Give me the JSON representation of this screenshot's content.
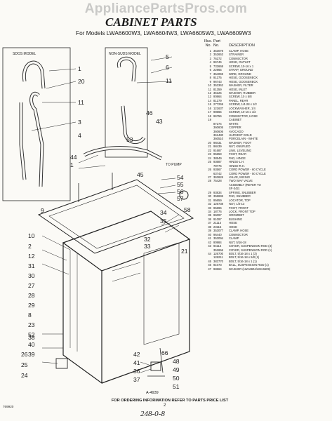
{
  "watermark": "AppliancePartsPros.com",
  "header": {
    "title": "CABINET PARTS",
    "subtitle": "For Models LWA6600W3, LWA6604W3, LWA6605W3, LWA6609W3"
  },
  "diagram": {
    "labels": {
      "sdos_model": "SDOS MODEL",
      "non_sdos_model": "NON-SUDS MODEL",
      "to_pump": "TO PUMP"
    },
    "callouts": [
      "1",
      "20",
      "11",
      "3",
      "4",
      "44",
      "1",
      "45",
      "5",
      "6",
      "11",
      "46",
      "43",
      "53",
      "54",
      "55",
      "56",
      "57",
      "58",
      "32",
      "10",
      "2",
      "33",
      "34",
      "35",
      "9",
      "12",
      "31",
      "30",
      "21",
      "27",
      "28",
      "29",
      "25",
      "24",
      "26",
      "8",
      "23",
      "52",
      "40",
      "39",
      "38",
      "37",
      "36",
      "41",
      "42",
      "66",
      "48",
      "49",
      "50",
      "51"
    ]
  },
  "parts_list": {
    "headers": {
      "illus": "Illus.",
      "part": "Part",
      "no": "No.",
      "partno": "No.",
      "description": "DESCRIPTION"
    },
    "items": [
      {
        "no": "1",
        "part": "353078",
        "desc": "CLAMP, HOSE"
      },
      {
        "no": "2",
        "part": "352653",
        "desc": "STRAINER"
      },
      {
        "no": "3",
        "part": "76272",
        "desc": "CONNECTOR"
      },
      {
        "no": "4",
        "part": "96746",
        "desc": "HOSE, OUTLET"
      },
      {
        "no": "5",
        "part": "732668",
        "desc": "SCREW, 10-16 x 1"
      },
      {
        "no": "6",
        "part": "22965",
        "desc": "STRAP, GROUND"
      },
      {
        "no": "7",
        "part": "354059",
        "desc": "WIRE, GROUND"
      },
      {
        "no": "8",
        "part": "91275",
        "desc": "HOSE, GOOSENECK"
      },
      {
        "no": "9",
        "part": "96743",
        "desc": "HOSE, GOOSENECK"
      },
      {
        "no": "10",
        "part": "353362",
        "desc": "WASHER, FILTER"
      },
      {
        "no": "11",
        "part": "81359",
        "desc": "HOSE, INLET"
      },
      {
        "no": "12",
        "part": "36125",
        "desc": "WASHER, RUBBER"
      },
      {
        "no": "13",
        "part": "90864",
        "desc": "SCREW, 10 x 5/8"
      },
      {
        "no": "14",
        "part": "81279",
        "desc": "PANEL, REAR"
      },
      {
        "no": "15",
        "part": "277259",
        "desc": "SCREW, 1/4-28 x 1/2"
      },
      {
        "no": "16",
        "part": "121637",
        "desc": "LOCKWASHER, 1/4"
      },
      {
        "no": "17",
        "part": "98665",
        "desc": "SCREW, 10-16 x 1/2"
      },
      {
        "no": "18",
        "part": "96756",
        "desc": "CONNECTOR, HOSE"
      },
      {
        "no": "19",
        "part": "",
        "desc": "CABINET"
      },
      {
        "no": "",
        "part": "87274",
        "desc": "WHITE"
      },
      {
        "no": "",
        "part": "360605",
        "desc": "COPPER"
      },
      {
        "no": "",
        "part": "360606",
        "desc": "AVOCADO"
      },
      {
        "no": "",
        "part": "361480",
        "desc": "HARVEST GOLD"
      },
      {
        "no": "",
        "part": "360510",
        "desc": "PORCELAIN - WHITE"
      },
      {
        "no": "20",
        "part": "98431",
        "desc": "WASHER, FOOT"
      },
      {
        "no": "21",
        "part": "98439",
        "desc": "NUT, KNURLED"
      },
      {
        "no": "22",
        "part": "91687",
        "desc": "LINK, LEVELING"
      },
      {
        "no": "23",
        "part": "95659",
        "desc": "FOOT, REAR"
      },
      {
        "no": "24",
        "part": "38549",
        "desc": "PAD, HINGE"
      },
      {
        "no": "25",
        "part": "93687",
        "desc": "HINGE-L.H."
      },
      {
        "no": "",
        "part": "78775",
        "desc": "HINGE-R.H."
      },
      {
        "no": "26",
        "part": "93567",
        "desc": "CORD POWER - 60 CYCLE"
      },
      {
        "no": "",
        "part": "63742",
        "desc": "CORD POWER - 50 CYCLE"
      },
      {
        "no": "27",
        "part": "363626",
        "desc": "VALVE, MIXING"
      },
      {
        "no": "28",
        "part": "75428",
        "desc": "TWO WAY VALVE"
      },
      {
        "no": "",
        "part": "",
        "desc": "ASSEMBLY (REFER TO"
      },
      {
        "no": "",
        "part": "",
        "desc": "SF-342)"
      },
      {
        "no": "29",
        "part": "93834",
        "desc": "SPRING, SNUBBER"
      },
      {
        "no": "30",
        "part": "358695",
        "desc": "PAD, SNUBBER"
      },
      {
        "no": "31",
        "part": "95659",
        "desc": "LOCATOR, TOP"
      },
      {
        "no": "32",
        "part": "126738",
        "desc": "NUT, 1/2-13"
      },
      {
        "no": "33",
        "part": "95696",
        "desc": "FOOT, FRONT"
      },
      {
        "no": "34",
        "part": "18776",
        "desc": "LOCK, FRONT TOP"
      },
      {
        "no": "35",
        "part": "96097",
        "desc": "GROMMET"
      },
      {
        "no": "36",
        "part": "91097",
        "desc": "BUSHING"
      },
      {
        "no": "37",
        "part": "21114",
        "desc": "HOSE"
      },
      {
        "no": "38",
        "part": "23115",
        "desc": "HOSE"
      },
      {
        "no": "39",
        "part": "353077",
        "desc": "CLAMP, HOSE"
      },
      {
        "no": "40",
        "part": "96440",
        "desc": "CONNECTOR"
      },
      {
        "no": "41",
        "part": "353094",
        "desc": "CLAMP"
      },
      {
        "no": "42",
        "part": "90984",
        "desc": "NUT, 5/16-18"
      },
      {
        "no": "43",
        "part": "94114",
        "desc": "COVER, SUSPENSION ROD (3)"
      },
      {
        "no": "",
        "part": "352656",
        "desc": "COVER, SUSPENSION ROD (1)"
      },
      {
        "no": "44",
        "part": "126700",
        "desc": "BOLT, 5/16-18 x 1 (3)"
      },
      {
        "no": "",
        "part": "126211",
        "desc": "BOLT, 5/16-18 x 5/8 (1)"
      },
      {
        "no": "45",
        "part": "383770",
        "desc": "BOLT, 5/16-18 x 1 (1)"
      },
      {
        "no": "46",
        "part": "91073",
        "desc": "BALL, SUSPENSION ROD (1)"
      },
      {
        "no": "47",
        "part": "98664",
        "desc": "WASHER (LWA6604/LWA6609)"
      }
    ]
  },
  "footer": {
    "figure_number": "A-4939",
    "order_note": "FOR ORDERING INFORMATION REFER TO PARTS PRICE LIST",
    "doc_code": "769920",
    "page_number": "2",
    "handwritten": "248-0-8"
  }
}
